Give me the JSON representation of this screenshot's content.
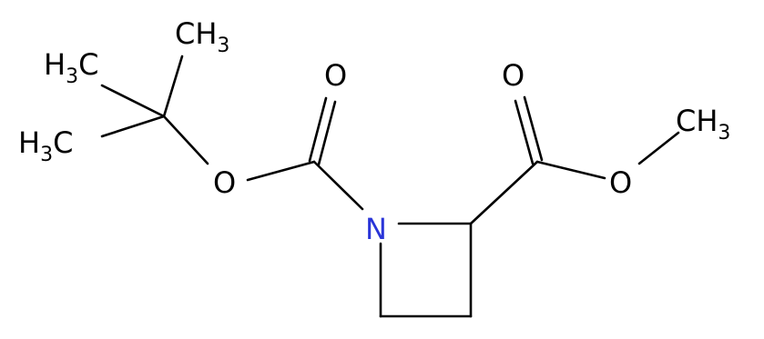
{
  "molecule": {
    "atoms": {
      "methyl_top": {
        "main": "CH",
        "sub": "3"
      },
      "methyl_left_upper": {
        "main": "H",
        "sub": "3",
        "tail": "C"
      },
      "methyl_left_lower": {
        "main": "H",
        "sub": "3",
        "tail": "C"
      },
      "ester_oxygen_left": {
        "main": "O"
      },
      "carbonyl_oxygen_left": {
        "main": "O"
      },
      "nitrogen": {
        "main": "N"
      },
      "carbonyl_oxygen_right": {
        "main": "O"
      },
      "ester_oxygen_right": {
        "main": "O"
      },
      "methyl_right": {
        "main": "CH",
        "sub": "3"
      }
    },
    "colors": {
      "bond": "#000000",
      "carbon_label": "#000000",
      "oxygen_label": "#000000",
      "nitrogen_label": "#2a35d8"
    }
  }
}
